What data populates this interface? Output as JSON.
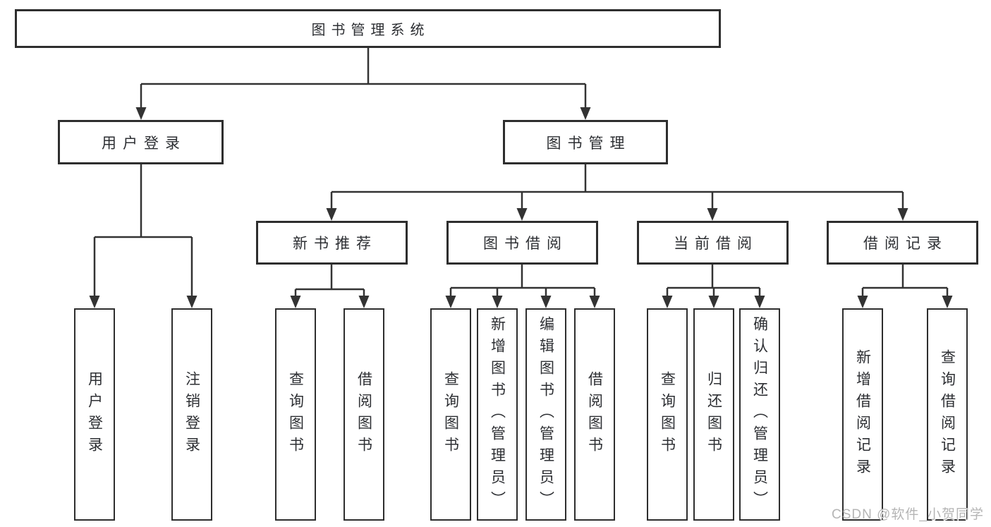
{
  "diagram": {
    "root": {
      "label": "图书管理系统"
    },
    "branches": [
      {
        "label": "用户登录",
        "children": [
          {
            "label": "用户登录"
          },
          {
            "label": "注销登录"
          }
        ]
      },
      {
        "label": "图书管理",
        "sections": [
          {
            "label": "新书推荐",
            "children": [
              {
                "label": "查询图书"
              },
              {
                "label": "借阅图书"
              }
            ]
          },
          {
            "label": "图书借阅",
            "children": [
              {
                "label": "查询图书"
              },
              {
                "label": "新增图书（管理员）"
              },
              {
                "label": "编辑图书（管理员）"
              },
              {
                "label": "借阅图书"
              }
            ]
          },
          {
            "label": "当前借阅",
            "children": [
              {
                "label": "查询图书"
              },
              {
                "label": "归还图书"
              },
              {
                "label": "确认归还（管理员）"
              }
            ]
          },
          {
            "label": "借阅记录",
            "children": [
              {
                "label": "新增借阅记录"
              },
              {
                "label": "查询借阅记录"
              }
            ]
          }
        ]
      }
    ]
  },
  "watermark": {
    "text": "CSDN @软件_小贺同学"
  },
  "colors": {
    "background": "#ffffff",
    "line": "#333333",
    "box_border": "#2e2e2e",
    "text": "#2d2f33",
    "watermark": "#b5b5b5"
  }
}
